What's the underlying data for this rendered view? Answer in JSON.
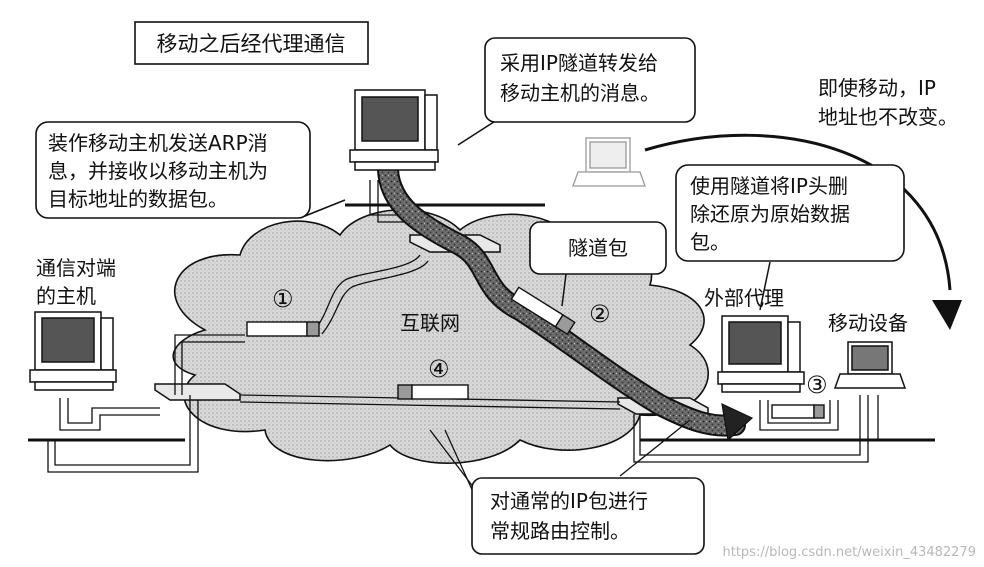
{
  "title": "移动之后经代理通信",
  "callouts": {
    "ip_tunnel_forward": [
      "采用IP隧道转发给",
      "移动主机的消息。"
    ],
    "ip_unchanged": [
      "即使移动，IP",
      "地址也不改变。"
    ],
    "arp_proxy": [
      "装作移动主机发送ARP消",
      "息，并接收以移动主机为",
      "目标地址的数据包。"
    ],
    "tunnel_strip": [
      "使用隧道将IP头删",
      "除还原为原始数据",
      "包。"
    ],
    "tunnel_packet": "隧道包",
    "normal_routing": [
      "对通常的IP包进行",
      "常规路由控制。"
    ]
  },
  "labels": {
    "peer_host": [
      "通信对端",
      "的主机"
    ],
    "internet": "互联网",
    "foreign_agent": "外部代理",
    "mobile_device": "移动设备"
  },
  "steps": [
    "①",
    "②",
    "③",
    "④"
  ],
  "watermark": "https://blog.csdn.net/weixin_43482279"
}
